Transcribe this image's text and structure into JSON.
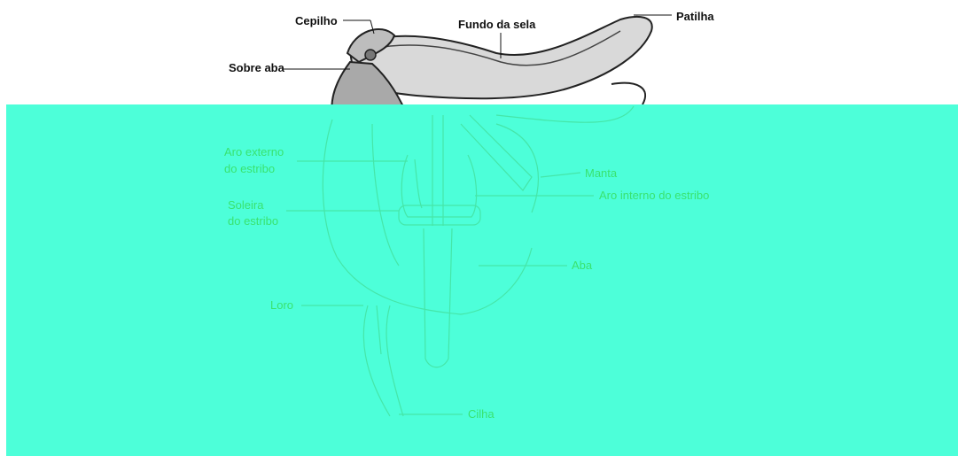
{
  "diagram": {
    "top_labels": {
      "cepilho": "Cepilho",
      "fundo_da_sela": "Fundo da sela",
      "patilha": "Patilha",
      "sobre_aba": "Sobre aba"
    },
    "overlay_labels": {
      "aro_externo_1": "Aro externo",
      "aro_externo_2": "do estribo",
      "manta": "Manta",
      "aro_interno": "Aro interno do estribo",
      "soleira_1": "Soleira",
      "soleira_2": "do estribo",
      "aba": "Aba",
      "loro": "Loro",
      "cilha": "Cilha"
    },
    "colors": {
      "overlay": "#4dffd9",
      "overlay_text": "#39e36f",
      "ink": "#222222"
    }
  }
}
